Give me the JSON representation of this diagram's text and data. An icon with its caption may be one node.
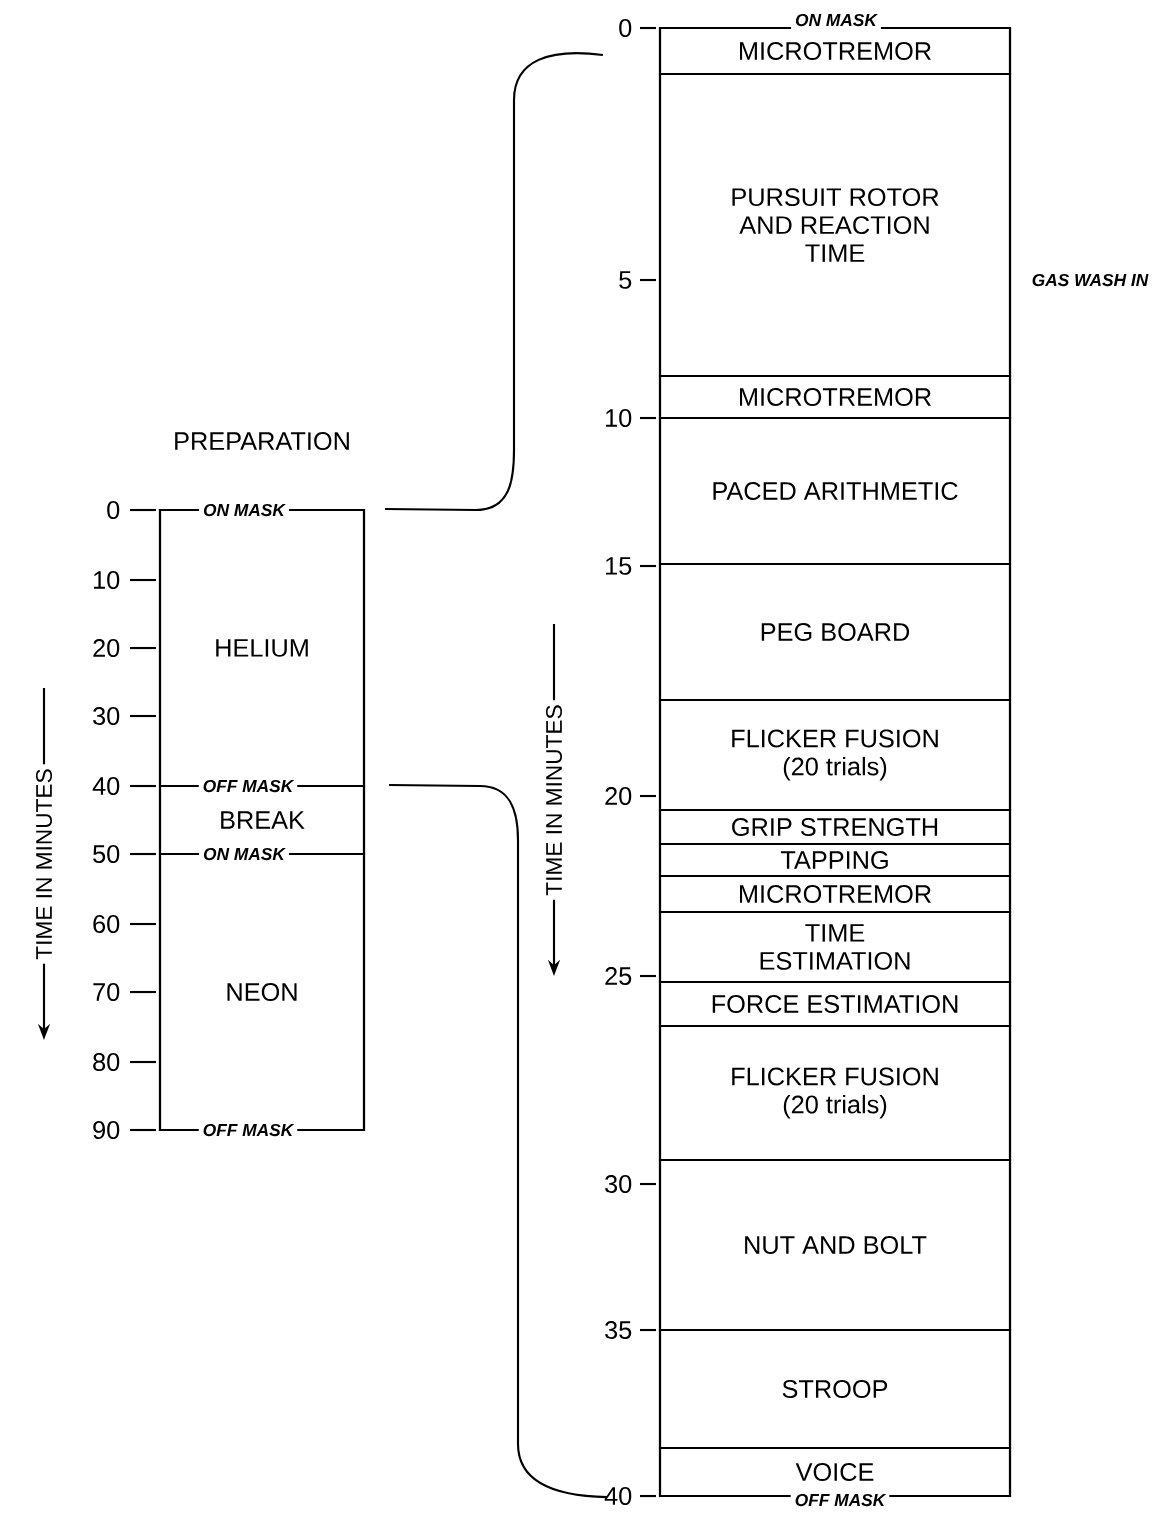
{
  "diagram": {
    "nodes": [
      {
        "text": [
          "PREPARATION"
        ]
      },
      {
        "text": [
          "HELIUM"
        ],
        "in": 0
      },
      {
        "text": [
          "BREAK"
        ],
        "in": 0
      },
      {
        "text": [
          "NEON"
        ],
        "in": 0
      },
      {
        "text": [],
        "shape": "box"
      },
      {
        "text": [
          "MICROTREMOR"
        ],
        "in": 4
      },
      {
        "text": [
          "PURSUIT ROTOR AND REACTION TIME"
        ],
        "in": 4
      },
      {
        "text": [
          "MICROTREMOR"
        ],
        "in": 4
      },
      {
        "text": [
          "PACED ARITHMETIC"
        ],
        "in": 4
      },
      {
        "text": [
          "PEG BOARD"
        ],
        "in": 4
      },
      {
        "text": [
          "FLICKER FUSION (20 trials)"
        ],
        "in": 4
      },
      {
        "text": [
          "GRIP STRENGTH"
        ],
        "in": 4
      },
      {
        "text": [
          "TAPPING"
        ],
        "in": 4
      },
      {
        "text": [
          "MICROTREMOR"
        ],
        "in": 4
      },
      {
        "text": [
          "TIME ESTIMATION"
        ],
        "in": 4
      },
      {
        "text": [
          "FORCE ESTIMATION"
        ],
        "in": 4
      },
      {
        "text": [
          "FLICKER FUSION (20 trials)"
        ],
        "in": 4
      },
      {
        "text": [
          "NUT AND BOLT"
        ],
        "in": 4
      },
      {
        "text": [
          "STROOP"
        ],
        "in": 4
      },
      {
        "text": [
          "VOICE"
        ],
        "in": 4
      }
    ],
    "edges": [
      {
        "from": 1,
        "to": 4,
        "arrow": "none"
      },
      {
        "from": 1,
        "to": 4,
        "arrow": "none"
      }
    ],
    "labels": [
      "TIME IN MINUTES",
      "0",
      "10",
      "20",
      "30",
      "40",
      "50",
      "60",
      "70",
      "80",
      "90",
      "ON MASK",
      "OFF MASK",
      "ON MASK",
      "OFF MASK",
      "ON MASK",
      "GAS WASH IN",
      "TIME IN MINUTES",
      "0",
      "5",
      "10",
      "15",
      "20",
      "25",
      "30",
      "35",
      "40",
      "OFF MASK"
    ]
  }
}
